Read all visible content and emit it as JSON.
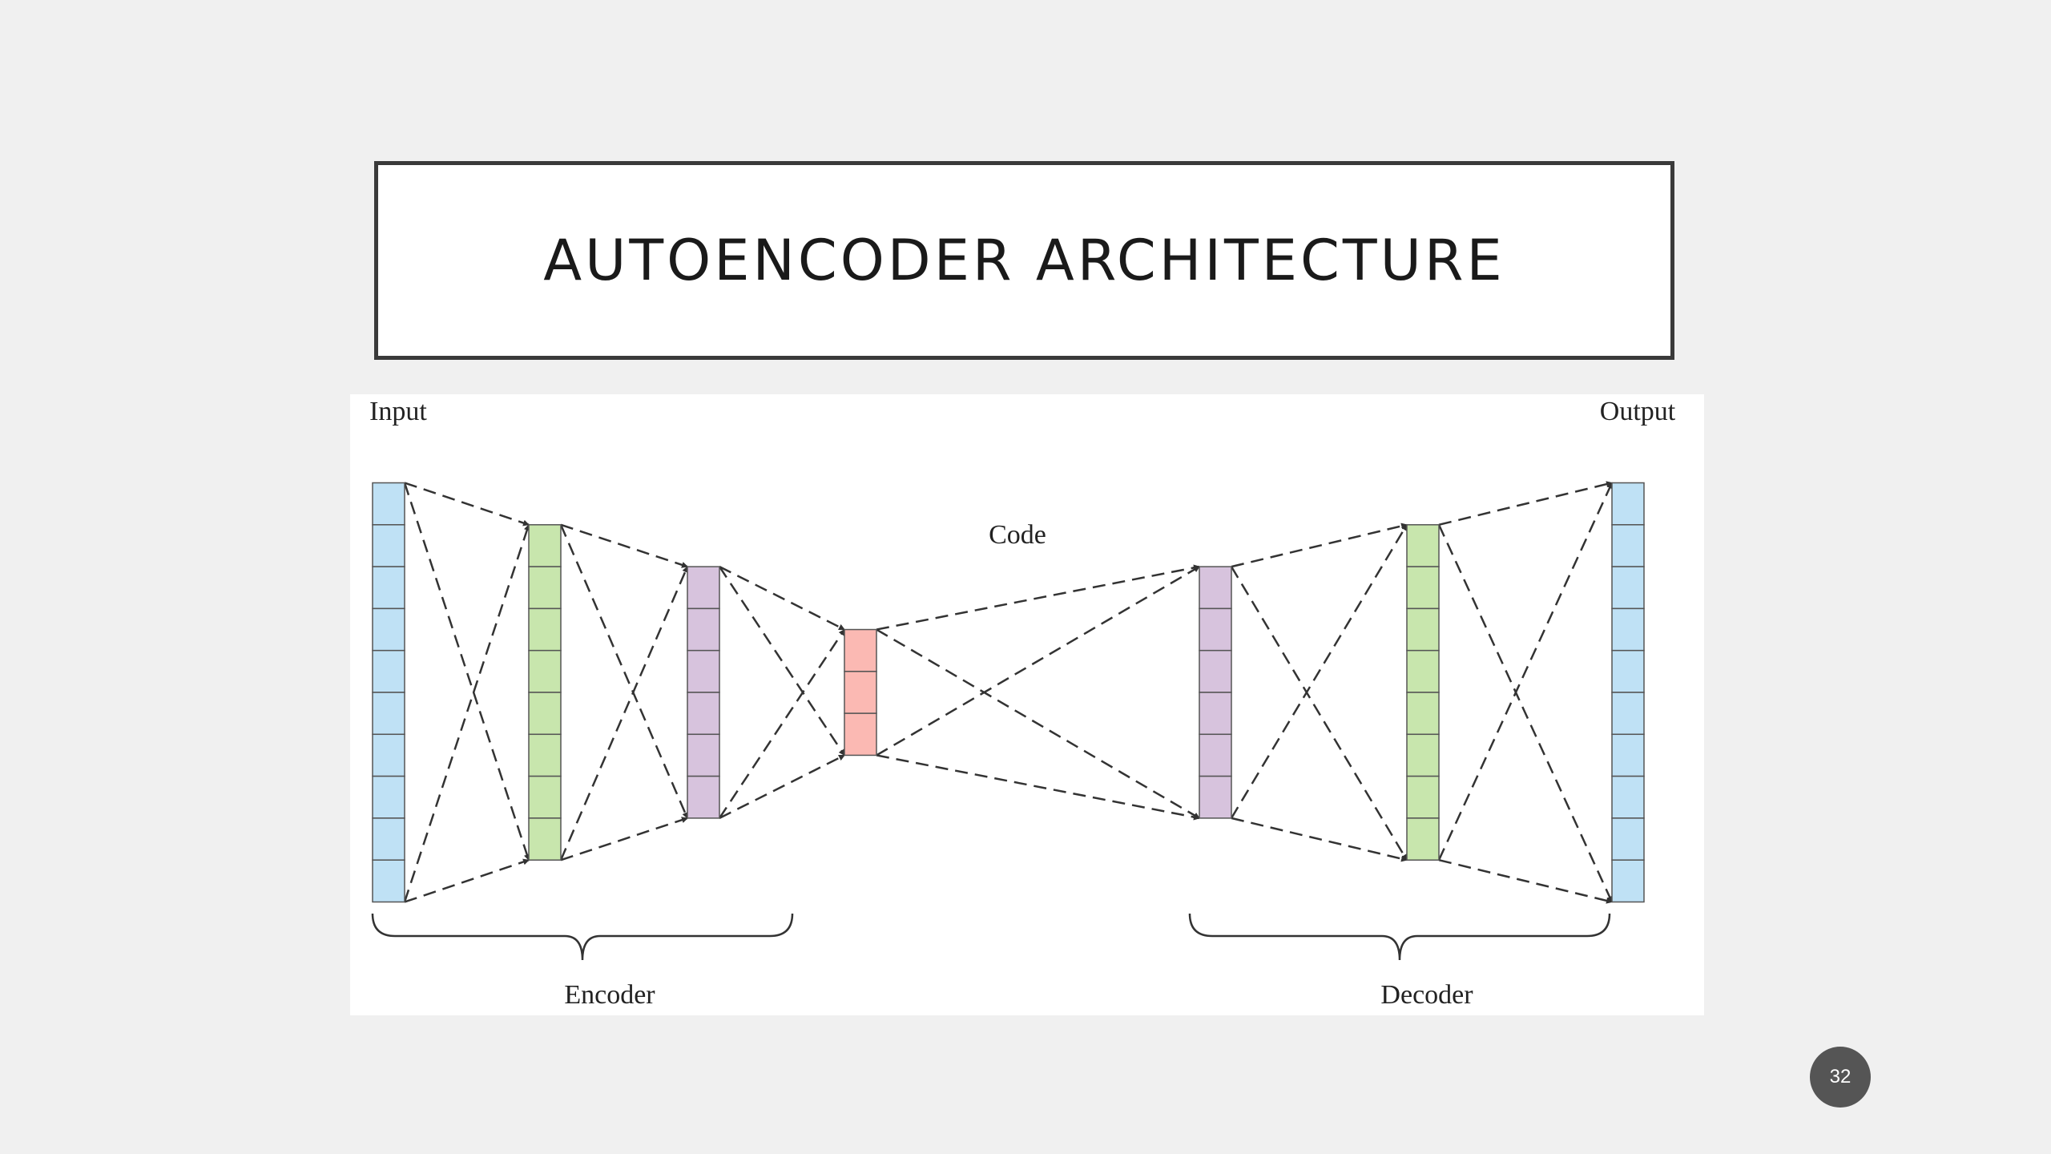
{
  "slide": {
    "title": "AUTOENCODER ARCHITECTURE",
    "page_number": "32"
  },
  "diagram": {
    "labels": {
      "input": "Input",
      "output": "Output",
      "code": "Code",
      "encoder": "Encoder",
      "decoder": "Decoder"
    },
    "layers": [
      {
        "id": "input",
        "units": 10,
        "color": "#bfe1f5"
      },
      {
        "id": "enc-hidden-1",
        "units": 8,
        "color": "#c8e6ad"
      },
      {
        "id": "enc-hidden-2",
        "units": 6,
        "color": "#d7c3dd"
      },
      {
        "id": "code",
        "units": 3,
        "color": "#fbb9b3"
      },
      {
        "id": "dec-hidden-1",
        "units": 6,
        "color": "#d7c3dd"
      },
      {
        "id": "dec-hidden-2",
        "units": 8,
        "color": "#c8e6ad"
      },
      {
        "id": "output",
        "units": 10,
        "color": "#bfe1f5"
      }
    ]
  }
}
